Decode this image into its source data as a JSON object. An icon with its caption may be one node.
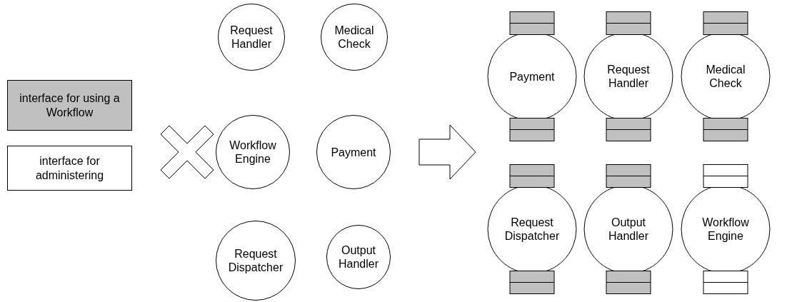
{
  "diagram": {
    "nodes": [
      {
        "text": [],
        "shape": "cross"
      },
      {
        "text": [
          "Request Handler"
        ]
      },
      {
        "text": [
          "Medical Check"
        ]
      },
      {
        "text": [
          "Workflow Engine"
        ]
      },
      {
        "text": [
          "Payment"
        ]
      },
      {
        "text": [
          "Request Dispatcher"
        ]
      },
      {
        "text": [
          "Output Handler"
        ]
      },
      {
        "text": [],
        "shape": "arrow"
      },
      {
        "text": [
          "Payment"
        ]
      },
      {
        "text": [
          "Request Handler"
        ]
      },
      {
        "text": [
          "Medical Check"
        ]
      },
      {
        "text": [
          "Request Dispatcher"
        ]
      },
      {
        "text": [
          "Output Handler"
        ]
      },
      {
        "text": [
          "Workflow Engine"
        ]
      }
    ],
    "edges": [],
    "legend": [
      {
        "text": "interface for using a Workflow",
        "color": "#c0c0c0"
      },
      {
        "text": "interface for administering",
        "color": "#ffffff"
      }
    ]
  }
}
